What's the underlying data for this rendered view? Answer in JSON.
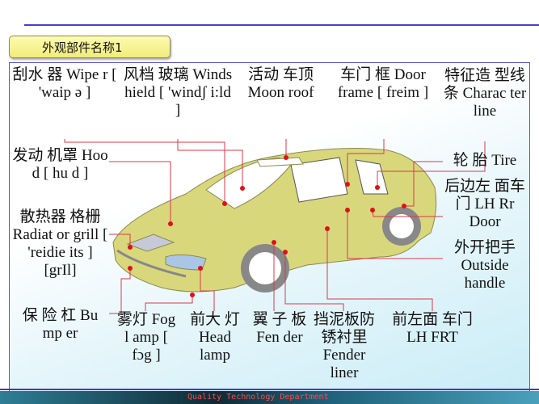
{
  "slide": {
    "title": "外观部件名称1",
    "footer": "Quality Technology Department"
  },
  "labels": {
    "wiper": "刮水\n器\nWipe\nr\n[\n'waip\nə ]",
    "windshield": "风档\n玻璃\nWinds\nhield\n[\n'windʃ\ni:ld ]",
    "moonroof": "活动\n车顶\nMoon\nroof",
    "door_frame": "车门\n框\nDoor\nframe\n[\nfreim ]",
    "character_line": "特征造\n型线条\nCharac\nter line",
    "tire": "轮\n胎\nTire",
    "rear_door": "后边左\n面车门\nLH Rr\nDoor",
    "outside_handle": "外开把手\nOutside\nhandle",
    "hood": "发动\n机罩\nHoo\nd\n[ hu\nd ]",
    "radiator_grill": "散热器\n格栅\nRadiat\nor grill\n[ 'reidie\nits ]\n[grIl]",
    "bumper": "保\n险\n杠\nBu\nmp\ner",
    "fog_lamp": "雾灯\nFog l\namp\n[ fɔg ]",
    "head_lamp": "前大\n灯\nHead\nlamp",
    "fender": "翼\n子\n板\nFen\nder",
    "fender_liner": "挡泥板防\n锈衬里\nFender\nliner",
    "front_door": "前左面\n车门\nLH\nFRT"
  },
  "colors": {
    "car_body": "#d9d77c",
    "leader": "#d83a4a",
    "frame_border": "#5a55c8"
  }
}
